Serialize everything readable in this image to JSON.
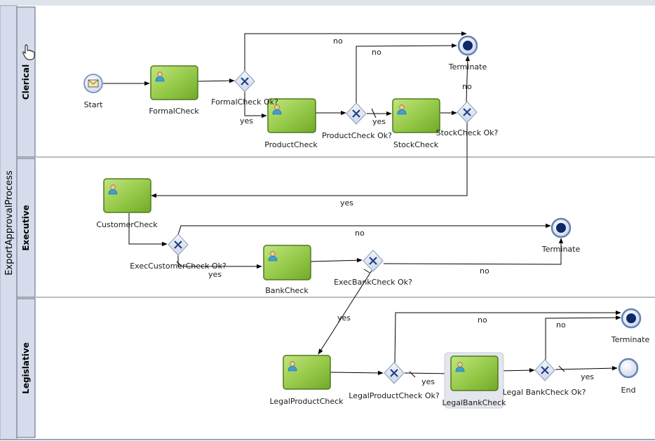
{
  "pool": {
    "title": "ExportApprovalProcess"
  },
  "lanes": [
    {
      "id": "clerical",
      "label": "Clerical"
    },
    {
      "id": "executive",
      "label": "Executive"
    },
    {
      "id": "legislative",
      "label": "Legislative"
    }
  ],
  "events": {
    "start": "Start",
    "terminate_clerical": "Terminate",
    "terminate_executive": "Terminate",
    "terminate_legislative": "Terminate",
    "end": "End"
  },
  "tasks": {
    "formal_check": "FormalCheck",
    "product_check": "ProductCheck",
    "stock_check": "StockCheck",
    "customer_check": "CustomerCheck",
    "bank_check": "BankCheck",
    "legal_product_check": "LegalProductCheck",
    "legal_bank_check": "LegalBankCheck"
  },
  "gateways": {
    "formal_ok": "FormalCheck Ok?",
    "product_ok": "ProductCheck Ok?",
    "stock_ok": "StockCheck Ok?",
    "exec_customer_ok": "ExecCustomerCheck Ok?",
    "exec_bank_ok": "ExecBankCheck Ok?",
    "legal_product_ok": "LegalProductCheck Ok?",
    "legal_bank_ok": "Legal BankCheck Ok?"
  },
  "flow_labels": {
    "formal_no": "no",
    "formal_yes": "yes",
    "product_no": "no",
    "product_yes": "yes",
    "stock_no": "no",
    "stock_yes": "yes",
    "exec_customer_no": "no",
    "exec_customer_yes": "yes",
    "exec_bank_no": "no",
    "exec_bank_yes": "yes",
    "legal_product_no": "no",
    "legal_product_yes": "yes",
    "legal_bank_no": "no",
    "legal_bank_yes": "yes"
  },
  "colors": {
    "lane_header": "#d6dceb",
    "task_fill_light": "#b4de6e",
    "task_fill_dark": "#7cb52e",
    "task_stroke": "#4f7a1c",
    "gateway_fill": "#dfe7f2",
    "gateway_mark": "#1e3f8c",
    "event_stroke": "#6683b5",
    "terminate_core": "#0f2866",
    "selection": "#c7cdd8"
  }
}
